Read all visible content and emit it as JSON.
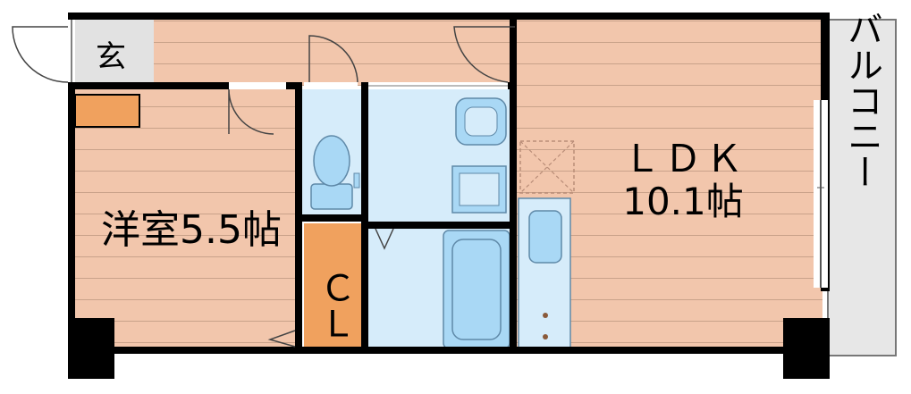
{
  "rooms": {
    "genkan": "玄",
    "western_room": "洋室5.5帖",
    "closet": "ＣＬ",
    "ldk_name": "ＬＤＫ",
    "ldk_size": "10.1帖",
    "balcony": "バルコニー"
  },
  "colors": {
    "floor": "#f2c6ac",
    "floor_line": "#c9a28a",
    "wet_area": "#d6ecfa",
    "fixture": "#a9d8f5",
    "closet": "#f0a15e",
    "balcony": "#e7e7e7",
    "genkan": "#e2e2e2",
    "wall": "#000000"
  }
}
